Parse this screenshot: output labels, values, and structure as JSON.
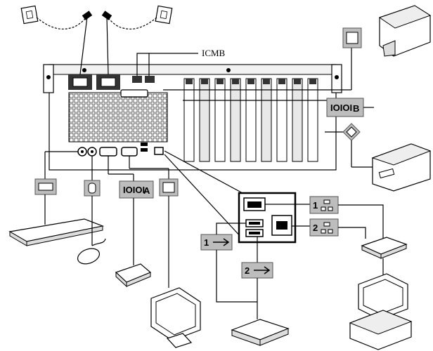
{
  "labels": {
    "icmb": "ICMB",
    "serial_a": "A",
    "serial_b": "B",
    "usb_1": "1",
    "usb_2": "2",
    "nic_1": "1",
    "nic_2": "2"
  },
  "colors": {
    "callout_fill": "#bdbdbd",
    "line": "#000000",
    "chassis_dark": "#333333"
  }
}
